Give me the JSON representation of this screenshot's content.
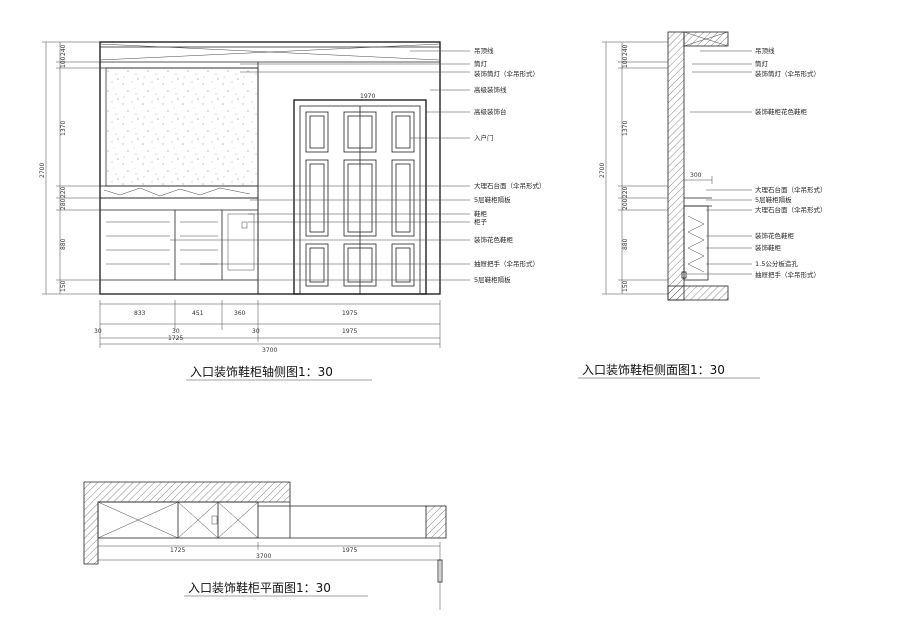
{
  "titles": {
    "front": "入口装饰鞋柜轴侧图1：30",
    "side": "入口装饰鞋柜侧面图1：30",
    "plan": "入口装饰鞋柜平面图1：30"
  },
  "front": {
    "labels": [
      "吊顶线",
      "筒灯",
      "装饰筒灯（伞吊形式）",
      "高级装饰线",
      "高级装饰台",
      "1970",
      "入户门",
      "大理石台面（伞吊形式）",
      "5层鞋柜隔板",
      "鞋柜",
      "柜子",
      "装饰花色鞋柜",
      "抽屉把手（伞吊形式）",
      "5层鞋柜隔板"
    ],
    "vdims": [
      "240",
      "100",
      "1370",
      "220",
      "280",
      "880",
      "150"
    ],
    "vtotal": "2700",
    "hdims1": [
      "833",
      "451",
      "360",
      "1975"
    ],
    "hdims2": [
      "30",
      "30",
      "30",
      "1975"
    ],
    "hsub": "1725",
    "htotal": "3700"
  },
  "side": {
    "labels": [
      "吊顶线",
      "筒灯",
      "装饰筒灯（伞吊形式）",
      "装饰鞋柜花色鞋柜",
      "大理石台面（伞吊形式）",
      "5层鞋柜隔板",
      "大理石台面（伞吊形式）",
      "装饰花色鞋柜",
      "装饰鞋柜",
      "1.5公分板造孔",
      "抽屉把手（伞吊形式）"
    ],
    "vdims": [
      "240",
      "100",
      "1370",
      "220",
      "200",
      "880",
      "150"
    ],
    "vtotal": "2700",
    "depth": "300"
  },
  "plan": {
    "dims": [
      "1725",
      "1975"
    ],
    "total": "3700"
  }
}
